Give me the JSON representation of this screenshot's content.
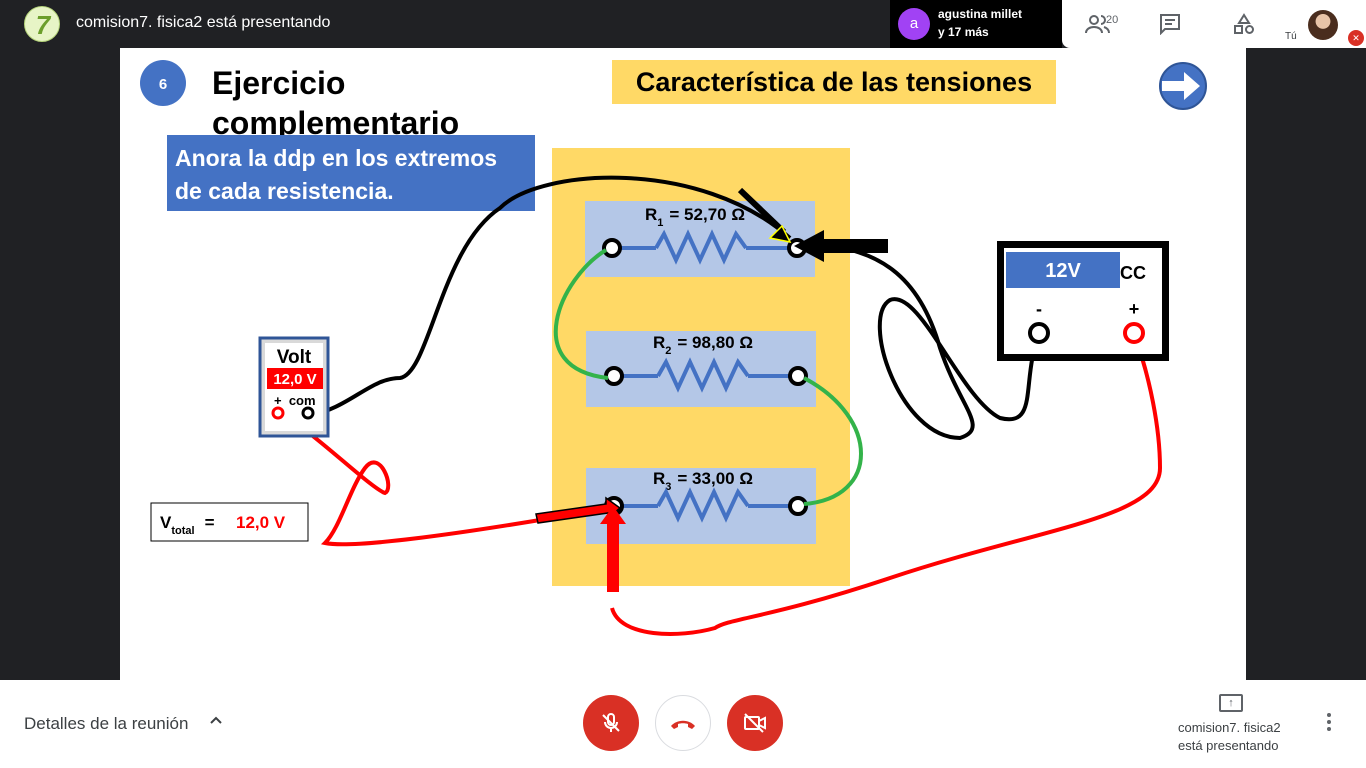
{
  "topbar": {
    "logo_glyph": "7",
    "presenter_title": "comision7. fisica2 está presentando",
    "participant_name": "agustina millet",
    "participant_more": "y 17 más",
    "participant_initial": "a",
    "participant_color": "#a142f4",
    "people_count": "20",
    "self_label": "Tú"
  },
  "slide": {
    "number": "6",
    "title_line1": "Ejercicio",
    "title_line2": "complementario",
    "header": "Característica de las tensiones",
    "instruction_line1": "Anora la ddp en los extremos",
    "instruction_line2": "de cada resistencia.",
    "resistors": [
      {
        "label": "R",
        "sub": "1",
        "value": "= 52,70 Ω"
      },
      {
        "label": "R",
        "sub": "2",
        "value": "= 98,80 Ω"
      },
      {
        "label": "R",
        "sub": "3",
        "value": "= 33,00 Ω"
      }
    ],
    "voltmeter": {
      "title": "Volt",
      "reading": "12,0 V",
      "terminals": "+  com"
    },
    "source": {
      "value": "12V",
      "type": "CC",
      "minus": "-",
      "plus": "+"
    },
    "vtotal": {
      "label": "V",
      "sub": "total",
      "eq": "=",
      "value": "12,0 V"
    },
    "colors": {
      "header_bg": "#ffd966",
      "instruction_bg": "#4472c4",
      "panel_bg": "#ffd966",
      "resistor_bg": "#b4c7e7",
      "wire_red": "#ff0000",
      "wire_green": "#33b34a"
    }
  },
  "bottombar": {
    "details_label": "Detalles de la reunión",
    "presenting_line1": "comision7. fisica2",
    "presenting_line2": "está presentando"
  },
  "icons": {
    "people": "people-icon",
    "chat": "chat-icon",
    "activities": "shapes-icon",
    "mic_off": "mic-off-icon",
    "hangup": "phone-hangup-icon",
    "cam_off": "camera-off-icon",
    "present": "present-screen-icon",
    "more": "more-vert-icon"
  }
}
